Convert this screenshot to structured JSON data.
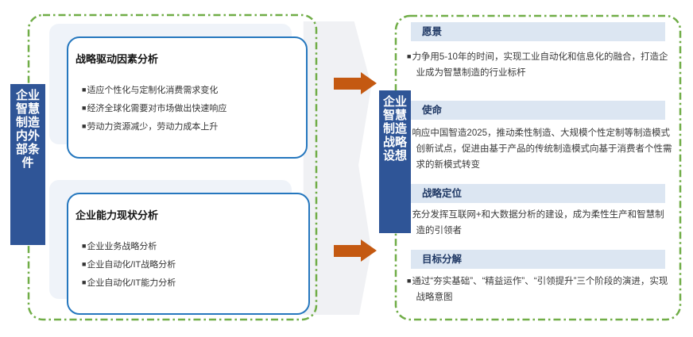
{
  "diagram": {
    "bullet_glyph": "■",
    "left_panel": {
      "side_label": "企业智慧制造内外部条件",
      "boxes": [
        {
          "title": "战略驱动因素分析",
          "bullets": [
            "适应个性化与定制化消费需求变化",
            "经济全球化需要对市场做出快速响应",
            "劳动力资源减少，劳动力成本上升"
          ]
        },
        {
          "title": "企业能力现状分析",
          "bullets": [
            "企业业务战略分析",
            "企业自动化/IT战略分析",
            "企业自动化/IT能力分析"
          ]
        }
      ]
    },
    "center_label": "企业智慧制造战略设想",
    "right_panel": {
      "sections": [
        {
          "title": "愿景",
          "text": "力争用5-10年的时间，实现工业自动化和信息化的融合，打造企业成为智慧制造的行业标杆"
        },
        {
          "title": "使命",
          "text": "响应中国智造2025，推动柔性制造、大规模个性定制等制造模式创新试点，促进由基于产品的传统制造模式向基于消费者个性需求的新模式转变"
        },
        {
          "title": "战略定位",
          "text": "充分发挥互联网+和大数据分析的建设，成为柔性生产和智慧制造的引领者"
        },
        {
          "title": "目标分解",
          "text": "通过“夯实基础”、“精益运作”、“引领提升”三个阶段的演进，实现战略意图"
        }
      ]
    },
    "colors": {
      "dashed_border_green": "#70AD47",
      "side_label_blue": "#2F5597",
      "box_border_blue": "#2577BE",
      "box_shadow_fill": "#EFF3F9",
      "arrow_orange": "#C45911",
      "section_header_bg": "#DCE6F2",
      "section_header_text": "#1F3864",
      "body_text": "#3A3A3A",
      "chevron_gray": "#F0F1F4"
    }
  }
}
